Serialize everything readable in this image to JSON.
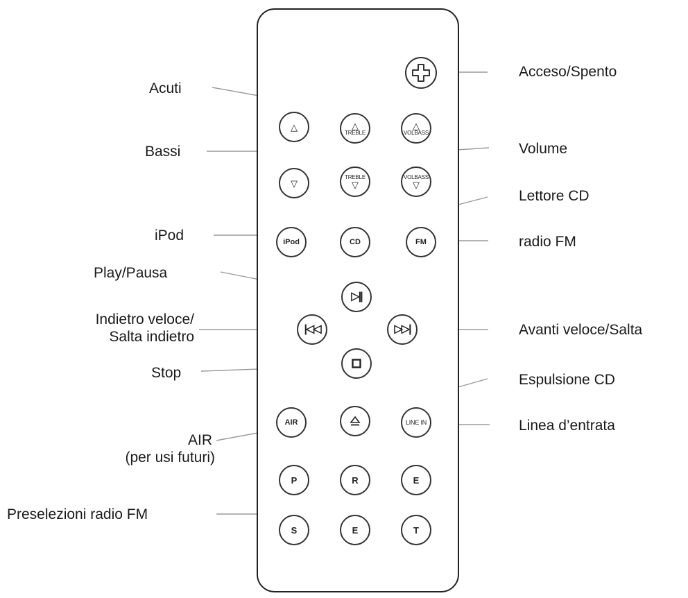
{
  "labels": {
    "power": "Acceso/Spento",
    "treble": "Acuti",
    "bass": "Bassi",
    "volume": "Volume",
    "cd_player": "Lettore CD",
    "ipod": "iPod",
    "fm_radio": "radio FM",
    "play_pause": "Play/Pausa",
    "rewind_line1": "Indietro veloce/",
    "rewind_line2": "Salta indietro",
    "forward": "Avanti veloce/Salta",
    "stop": "Stop",
    "eject": "Espulsione CD",
    "air_line1": "AIR",
    "air_line2": "(per usi futuri)",
    "line_in": "Linea d’entrata",
    "presets": "Preselezioni radio FM"
  },
  "buttons": {
    "treble": "TREBLE",
    "volbass": "VOLBASS",
    "ipod": "iPod",
    "cd": "CD",
    "fm": "FM",
    "air": "AIR",
    "line_in": "LINE IN",
    "preset_row1": [
      "P",
      "R",
      "E"
    ],
    "preset_row2": [
      "S",
      "E",
      "T"
    ]
  },
  "icons": {
    "power": "power-cross-icon",
    "up": "triangle-up-icon",
    "down": "triangle-down-icon",
    "play_pause": "play-pause-icon",
    "rewind": "skip-back-icon",
    "forward": "skip-forward-icon",
    "stop": "stop-square-icon",
    "eject": "eject-icon"
  }
}
